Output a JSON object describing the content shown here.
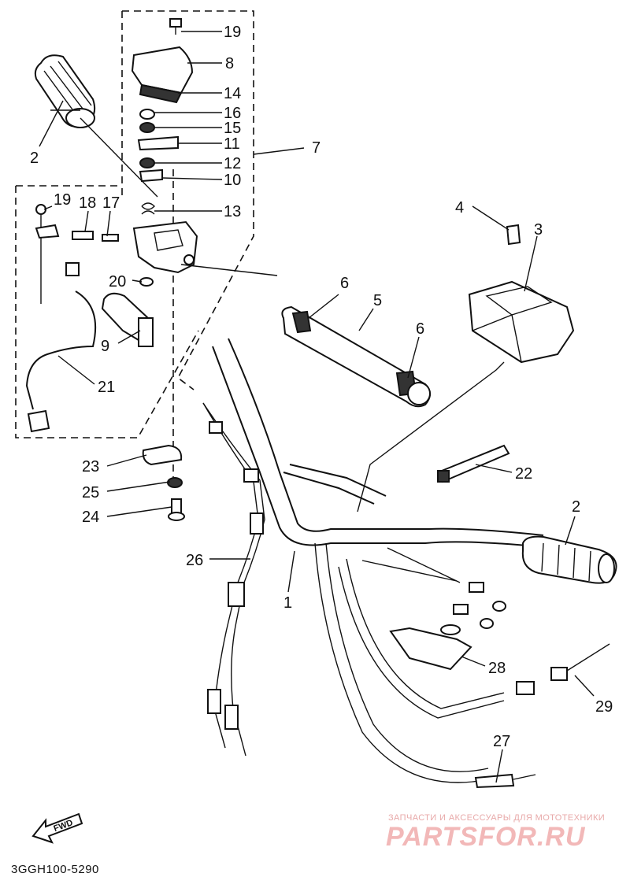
{
  "diagram_code": "3GGH100-5290",
  "fwd_label": "FWD",
  "watermark": {
    "line1": "ЗАПЧАСТИ И АКСЕССУАРЫ ДЛЯ МОТОТЕХНИКИ",
    "line2": "PARTSFOR.RU"
  },
  "callouts": [
    {
      "id": "c19a",
      "text": "19"
    },
    {
      "id": "c8",
      "text": "8"
    },
    {
      "id": "c14",
      "text": "14"
    },
    {
      "id": "c16",
      "text": "16"
    },
    {
      "id": "c15",
      "text": "15"
    },
    {
      "id": "c11",
      "text": "11"
    },
    {
      "id": "c7",
      "text": "7"
    },
    {
      "id": "c12",
      "text": "12"
    },
    {
      "id": "c10",
      "text": "10"
    },
    {
      "id": "c13",
      "text": "13"
    },
    {
      "id": "c2a",
      "text": "2"
    },
    {
      "id": "c19b",
      "text": "19"
    },
    {
      "id": "c18",
      "text": "18"
    },
    {
      "id": "c17",
      "text": "17"
    },
    {
      "id": "c20",
      "text": "20"
    },
    {
      "id": "c9",
      "text": "9"
    },
    {
      "id": "c21",
      "text": "21"
    },
    {
      "id": "c4",
      "text": "4"
    },
    {
      "id": "c3",
      "text": "3"
    },
    {
      "id": "c6a",
      "text": "6"
    },
    {
      "id": "c5",
      "text": "5"
    },
    {
      "id": "c6b",
      "text": "6"
    },
    {
      "id": "c22",
      "text": "22"
    },
    {
      "id": "c23",
      "text": "23"
    },
    {
      "id": "c25",
      "text": "25"
    },
    {
      "id": "c24",
      "text": "24"
    },
    {
      "id": "c26",
      "text": "26"
    },
    {
      "id": "c2b",
      "text": "2"
    },
    {
      "id": "c1",
      "text": "1"
    },
    {
      "id": "c28",
      "text": "28"
    },
    {
      "id": "c29",
      "text": "29"
    },
    {
      "id": "c27",
      "text": "27"
    }
  ]
}
